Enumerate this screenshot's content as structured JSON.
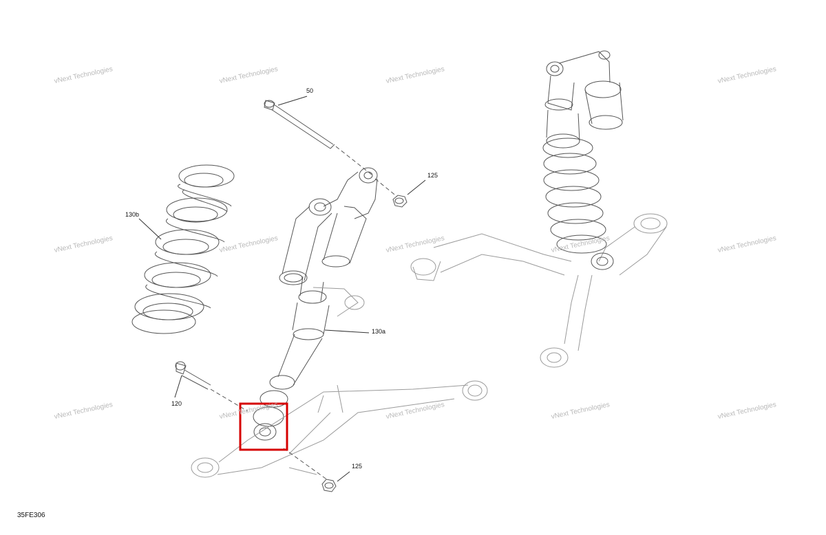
{
  "callouts": {
    "c50": "50",
    "c125_top": "125",
    "c130b": "130b",
    "c130a": "130a",
    "c120": "120",
    "c125_bottom": "125"
  },
  "figure_code": "35FE306",
  "watermark": {
    "line1": "vNext Technologies",
    "line2": "vNext Technologies"
  },
  "colors": {
    "line": "#555555",
    "light_line": "#9a9a9a",
    "highlight": "#d60000",
    "watermark": "#bbbbbb"
  }
}
